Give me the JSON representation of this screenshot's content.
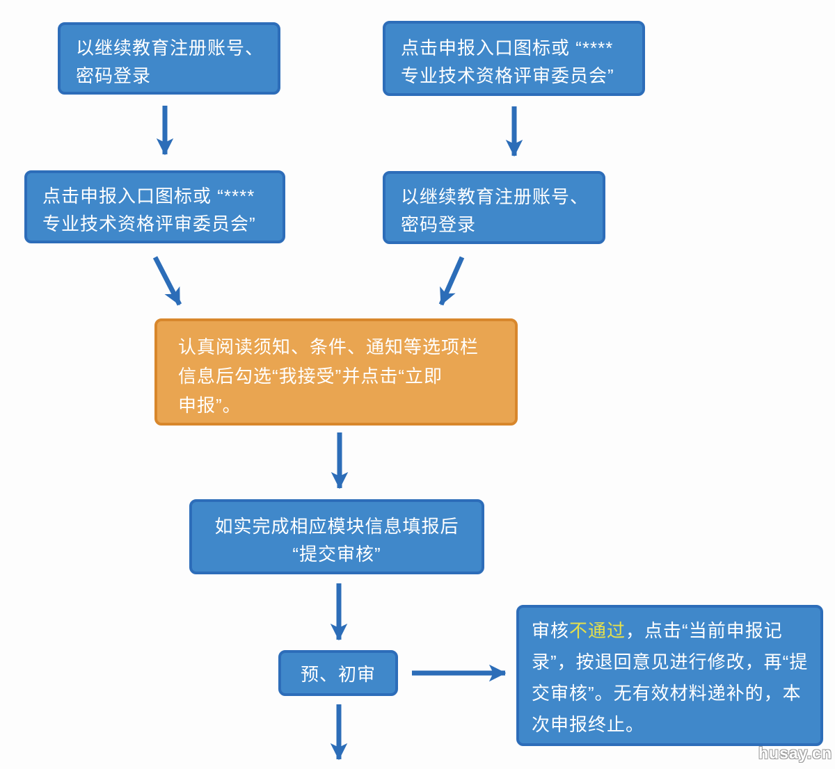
{
  "colors": {
    "box_blue_fill": "#4088ca",
    "box_blue_border": "#2d6db9",
    "box_orange_fill": "#e9a551",
    "box_orange_border": "#d8872c",
    "arrow_blue": "#2c6db8",
    "text_white": "#ffffff",
    "highlight_yellow": "#e6e04a"
  },
  "boxes": {
    "login_top_left": {
      "line1": "以继续教育注册账号、",
      "line2": "密码登录"
    },
    "entry_top_right": {
      "line1": "点击申报入口图标或 “****",
      "line2": "专业技术资格评审委员会”"
    },
    "entry_mid_left": {
      "line1": "点击申报入口图标或 “****",
      "line2": "专业技术资格评审委员会”"
    },
    "login_mid_right": {
      "line1": "以继续教育注册账号、",
      "line2": "密码登录"
    },
    "read_accept": {
      "line1": "认真阅读须知、条件、通知等选项栏",
      "line2": "信息后勾选“我接受”并点击“立即",
      "line3": "申报”。"
    },
    "fill_submit": {
      "line1": "如实完成相应模块信息填报后",
      "line2": "“提交审核”"
    },
    "pre_review": {
      "label": "预、初审"
    },
    "reject": {
      "prefix": "审核",
      "highlight": "不通过",
      "rest": "，点击“当前申报记录”，按退回意见进行修改，再“提交审核”。无有效材料递补的，本次申报终止。"
    }
  },
  "watermark": "husay.cn"
}
